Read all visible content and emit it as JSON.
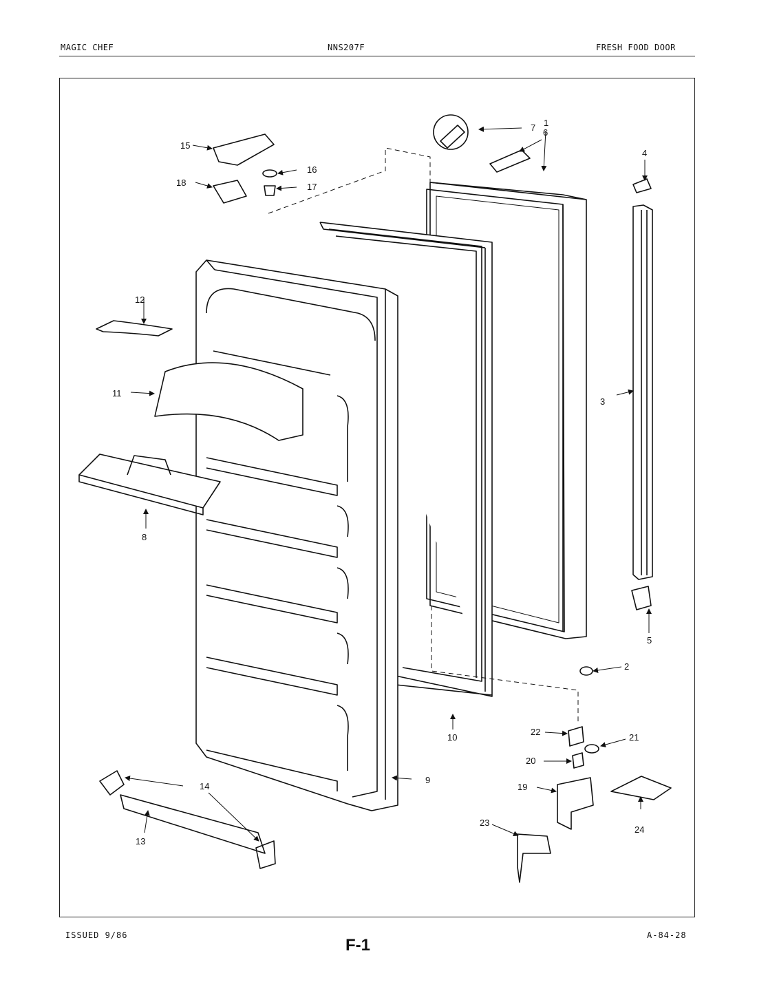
{
  "header": {
    "brand": "MAGIC CHEF",
    "model": "NNS207F",
    "section": "FRESH FOOD DOOR"
  },
  "footer": {
    "issued": "ISSUED 9/86",
    "page_code": "F-1",
    "doc_number": "A-84-28"
  },
  "callouts": {
    "c1": "1",
    "c2": "2",
    "c3": "3",
    "c4": "4",
    "c5": "5",
    "c6": "6",
    "c7": "7",
    "c8": "8",
    "c9": "9",
    "c10": "10",
    "c11": "11",
    "c12": "12",
    "c13": "13",
    "c14": "14",
    "c15": "15",
    "c16": "16",
    "c17": "17",
    "c18": "18",
    "c19": "19",
    "c20": "20",
    "c21": "21",
    "c22": "22",
    "c23": "23",
    "c24": "24"
  }
}
